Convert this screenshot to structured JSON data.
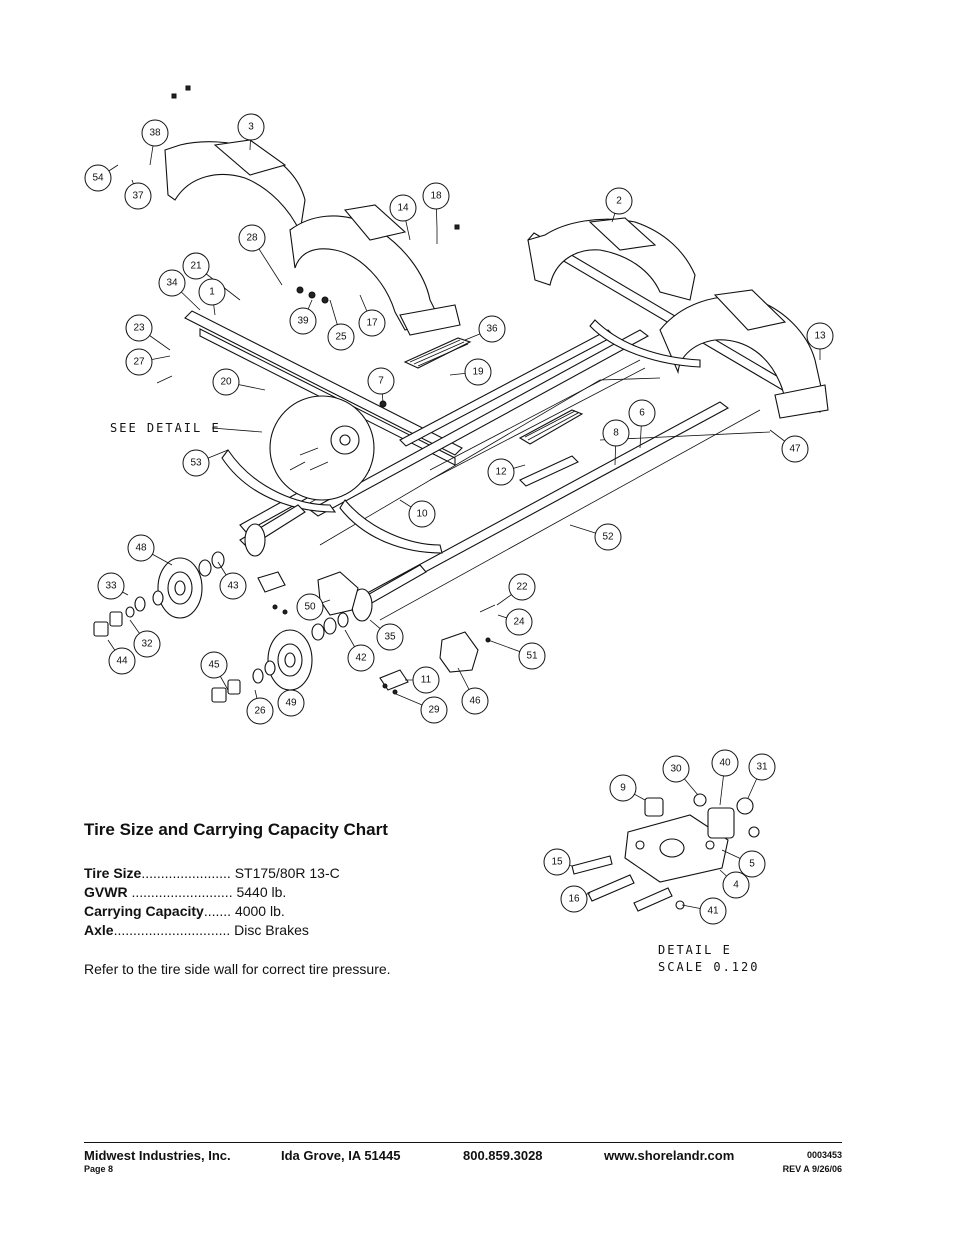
{
  "diagram": {
    "detail_ref": "SEE DETAIL E",
    "detail_title": "DETAIL E",
    "detail_scale": "SCALE 0.120",
    "callouts": [
      "3",
      "38",
      "54",
      "37",
      "14",
      "18",
      "2",
      "28",
      "21",
      "34",
      "1",
      "39",
      "25",
      "17",
      "36",
      "23",
      "27",
      "13",
      "19",
      "7",
      "20",
      "47",
      "6",
      "8",
      "53",
      "12",
      "10",
      "52",
      "48",
      "43",
      "33",
      "22",
      "50",
      "24",
      "35",
      "32",
      "44",
      "42",
      "51",
      "45",
      "11",
      "46",
      "49",
      "26",
      "29",
      "30",
      "40",
      "31",
      "9",
      "15",
      "5",
      "16",
      "4",
      "41"
    ]
  },
  "chart": {
    "title": "Tire Size and Carrying Capacity Chart",
    "rows": [
      {
        "label": "Tire Size",
        "dots": ".......................",
        "value": "ST175/80R 13-C"
      },
      {
        "label": "GVWR",
        "dots": "..........................",
        "value": "5440 lb."
      },
      {
        "label": "Carrying Capacity",
        "dots": ".......",
        "value": "4000 lb."
      },
      {
        "label": "Axle",
        "dots": "..............................",
        "value": "Disc Brakes"
      }
    ],
    "note": "Refer to the tire side wall for correct tire pressure."
  },
  "footer": {
    "company": "Midwest Industries, Inc.",
    "city": "Ida Grove, IA  51445",
    "phone": "800.859.3028",
    "website": "www.shorelandr.com",
    "doc_number": "0003453",
    "page": "Page 8",
    "revision": "REV A  9/26/06"
  }
}
